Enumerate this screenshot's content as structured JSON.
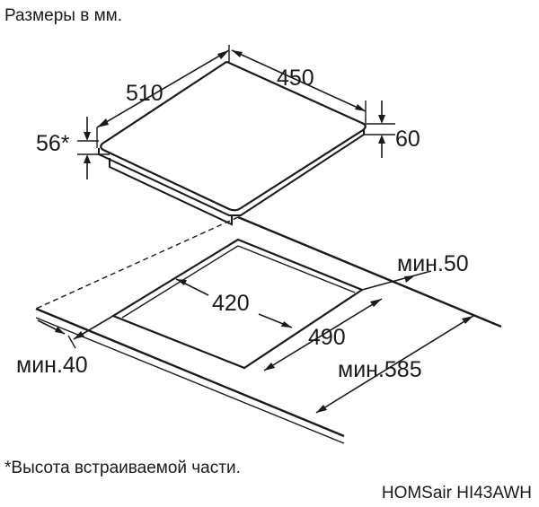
{
  "header": {
    "units_note": "Размеры в мм."
  },
  "hob": {
    "width": "510",
    "depth": "450",
    "height_total": "60",
    "built_in_height": "56*"
  },
  "cutout": {
    "width": "420",
    "depth": "490",
    "min_back": "мин.50",
    "min_front": "мин.40",
    "min_countertop": "мин.585"
  },
  "footer": {
    "footnote": "*Высота встраиваемой части.",
    "model": "HOMSair HI43AWH"
  }
}
